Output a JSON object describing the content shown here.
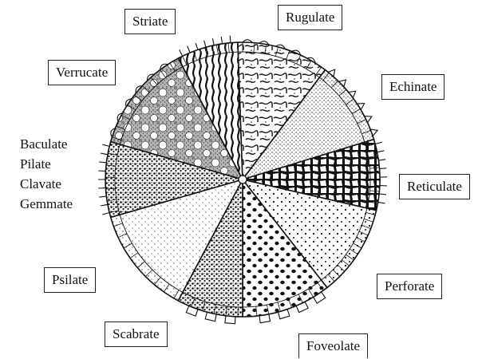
{
  "labels": {
    "striate": "Striate",
    "rugulate": "Rugulate",
    "verrucate": "Verrucate",
    "echinate": "Echinate",
    "baculate": "Baculate",
    "pilate": "Pilate",
    "clavate": "Clavate",
    "gemmate": "Gemmate",
    "reticulate": "Reticulate",
    "psilate": "Psilate",
    "perforate": "Perforate",
    "scabrate": "Scabrate",
    "foveolate": "Foveolate"
  },
  "colors": {
    "ink": "#111111",
    "paper": "#ffffff"
  }
}
